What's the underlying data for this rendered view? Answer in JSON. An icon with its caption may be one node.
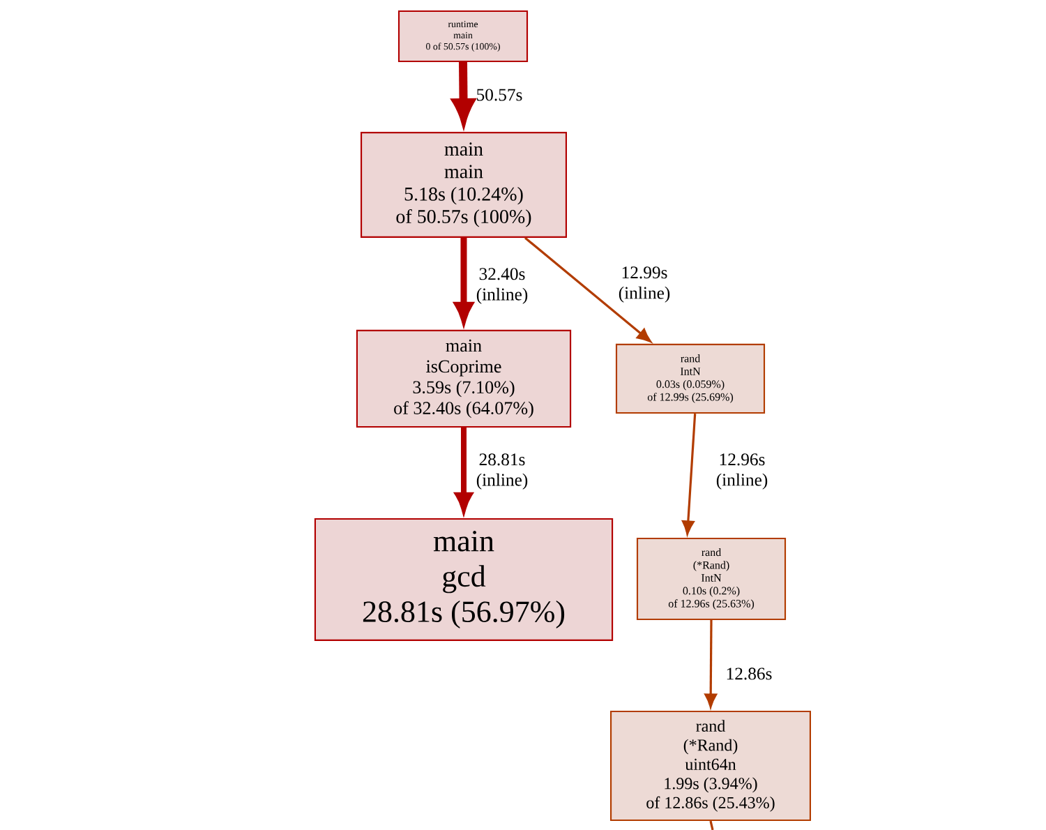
{
  "diagram": {
    "nodes": [
      {
        "text": [
          "runtime",
          "main",
          "0 of 50.57s (100%)"
        ]
      },
      {
        "text": [
          "main",
          "main",
          "5.18s (10.24%)",
          "of 50.57s (100%)"
        ]
      },
      {
        "text": [
          "main",
          "isCoprime",
          "3.59s (7.10%)",
          "of 32.40s (64.07%)"
        ]
      },
      {
        "text": [
          "main",
          "gcd",
          "28.81s (56.97%)"
        ]
      },
      {
        "text": [
          "rand",
          "IntN",
          "0.03s (0.059%)",
          "of 12.99s (25.69%)"
        ]
      },
      {
        "text": [
          "rand",
          "(*Rand)",
          "IntN",
          "0.10s (0.2%)",
          "of 12.96s (25.63%)"
        ]
      },
      {
        "text": [
          "rand",
          "(*Rand)",
          "uint64n",
          "1.99s (3.94%)",
          "of 12.86s (25.43%)"
        ]
      }
    ],
    "edges": [
      {
        "from": 0,
        "to": 1,
        "arrow": "to",
        "label": "50.57s",
        "style": "thick"
      },
      {
        "from": 1,
        "to": 2,
        "arrow": "to",
        "label": "32.40s (inline)",
        "style": "thick"
      },
      {
        "from": 1,
        "to": 4,
        "arrow": "to",
        "label": "12.99s (inline)",
        "color": "#b23c00"
      },
      {
        "from": 2,
        "to": 3,
        "arrow": "to",
        "label": "28.81s (inline)",
        "style": "thick"
      },
      {
        "from": 4,
        "to": 5,
        "arrow": "to",
        "label": "12.96s (inline)",
        "color": "#b23c00"
      },
      {
        "from": 5,
        "to": 6,
        "arrow": "to",
        "label": "12.86s",
        "color": "#b23c00"
      },
      {
        "from": 6,
        "to": null,
        "arrow": "none",
        "color": "#b23c00"
      }
    ]
  }
}
